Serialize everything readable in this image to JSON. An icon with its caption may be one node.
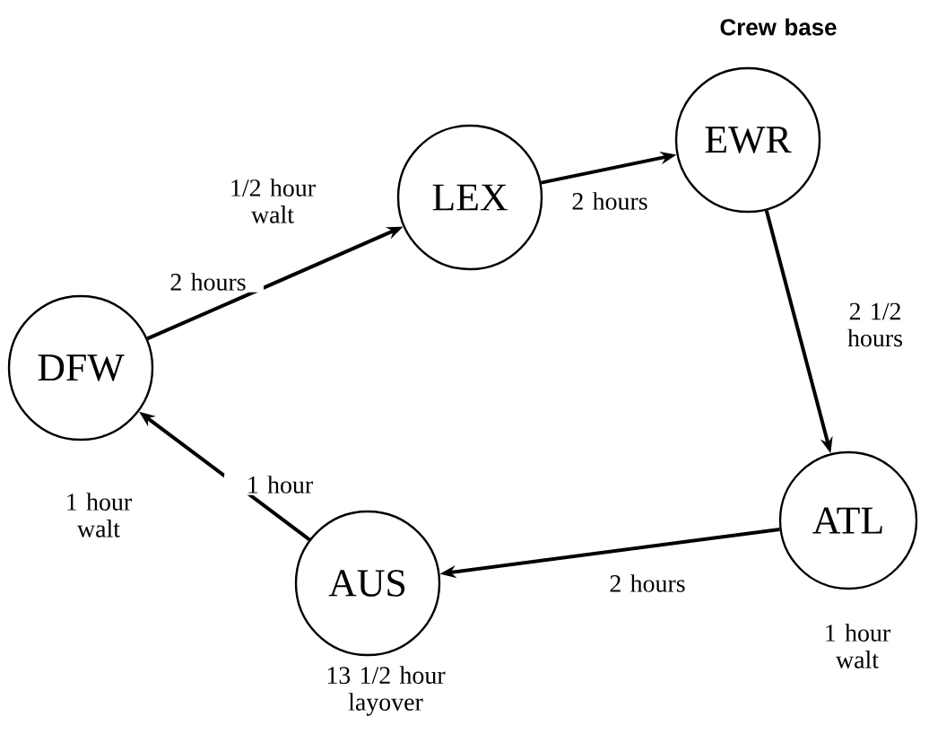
{
  "diagram": {
    "nodes": [
      {
        "text": [
          "EWR"
        ],
        "beside": [
          "Crew base"
        ]
      },
      {
        "text": [
          "LEX"
        ],
        "beside": [
          "1/2 hour walt"
        ]
      },
      {
        "text": [
          "DFW"
        ],
        "beside": [
          "1 hour walt"
        ]
      },
      {
        "text": [
          "ATL"
        ],
        "beside": [
          "1 hour walt"
        ]
      },
      {
        "text": [
          "AUS"
        ],
        "beside": [
          "13 1/2 hour layover"
        ]
      }
    ],
    "edges": [
      {
        "from": 2,
        "to": 1,
        "arrow": "to",
        "label": "2 hours"
      },
      {
        "from": 1,
        "to": 0,
        "arrow": "to",
        "label": "2 hours"
      },
      {
        "from": 0,
        "to": 3,
        "arrow": "to",
        "label": "2 1/2 hours"
      },
      {
        "from": 3,
        "to": 4,
        "arrow": "to",
        "label": "2 hours"
      },
      {
        "from": 4,
        "to": 2,
        "arrow": "to",
        "label": "1 hour"
      }
    ]
  }
}
